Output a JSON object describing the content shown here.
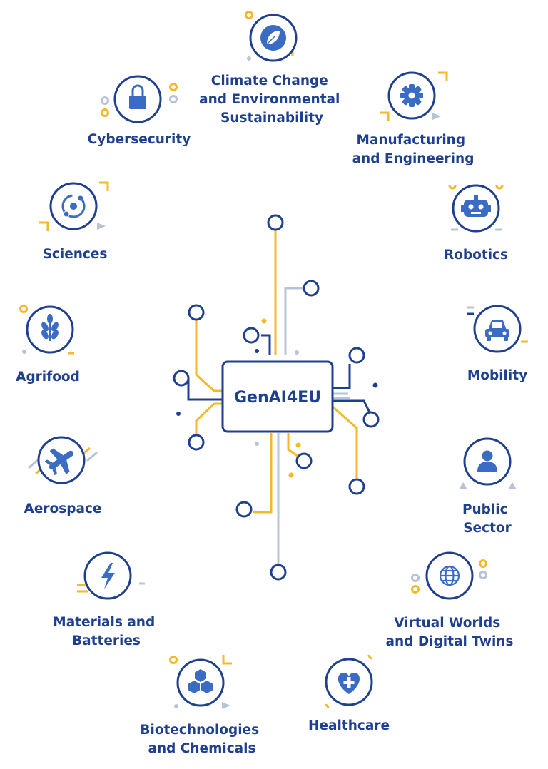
{
  "hub": {
    "label": "GenAI4EU"
  },
  "colors": {
    "navy": "#1f3f8f",
    "gold": "#f4b82a",
    "grey": "#b8c4d6",
    "icon_blue": "#3b6cc4"
  },
  "sectors": [
    {
      "id": "climate",
      "icon": "leaf-icon",
      "lines": [
        "Climate Change",
        "and Environmental",
        "Sustainability"
      ]
    },
    {
      "id": "cyber",
      "icon": "lock-icon",
      "lines": [
        "Cybersecurity"
      ]
    },
    {
      "id": "manufacturing",
      "icon": "gear-icon",
      "lines": [
        "Manufacturing",
        "and Engineering"
      ]
    },
    {
      "id": "sciences",
      "icon": "atom-icon",
      "lines": [
        "Sciences"
      ]
    },
    {
      "id": "robotics",
      "icon": "robot-icon",
      "lines": [
        "Robotics"
      ]
    },
    {
      "id": "agrifood",
      "icon": "wheat-icon",
      "lines": [
        "Agrifood"
      ]
    },
    {
      "id": "mobility",
      "icon": "car-icon",
      "lines": [
        "Mobility"
      ]
    },
    {
      "id": "aerospace",
      "icon": "airplane-icon",
      "lines": [
        "Aerospace"
      ]
    },
    {
      "id": "public",
      "icon": "person-icon",
      "lines": [
        "Public",
        "Sector"
      ]
    },
    {
      "id": "materials",
      "icon": "lightning-icon",
      "lines": [
        "Materials and",
        "Batteries"
      ]
    },
    {
      "id": "virtual",
      "icon": "globe-icon",
      "lines": [
        "Virtual Worlds",
        "and Digital Twins"
      ]
    },
    {
      "id": "biotech",
      "icon": "hexagons-icon",
      "lines": [
        "Biotechnologies",
        "and Chemicals"
      ]
    },
    {
      "id": "health",
      "icon": "heart-plus-icon",
      "lines": [
        "Healthcare"
      ]
    }
  ]
}
